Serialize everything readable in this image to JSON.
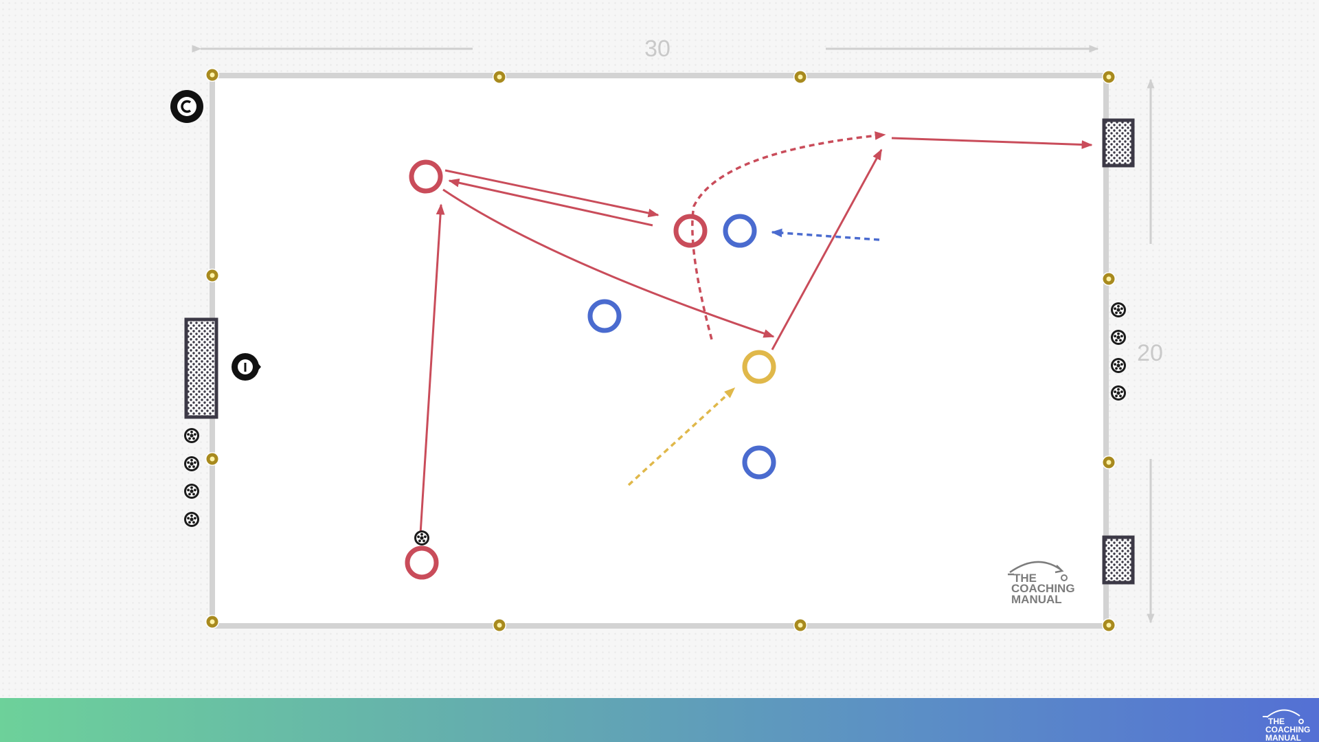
{
  "dimensions": {
    "width_label": "30",
    "height_label": "20"
  },
  "logo": {
    "line1": "THE",
    "line2": "COACHING",
    "line3": "MANUAL"
  },
  "footer_logo": {
    "line1": "THE",
    "line2": "COACHING",
    "line3": "MANUAL"
  },
  "colors": {
    "attacker": "#c94c5a",
    "defender": "#4a6bcf",
    "neutral": "#e0b84a",
    "boundary": "#d3d3d3",
    "cone": "#a88a1e",
    "goal": "#3c3946",
    "footer_start": "#6dd19a",
    "footer_end": "#5470d4"
  },
  "icons": {
    "coach": "coach-icon",
    "server": "server-icon",
    "ball": "soccer-ball-icon",
    "goal": "mini-goal-icon",
    "cone": "cone-marker-icon"
  }
}
